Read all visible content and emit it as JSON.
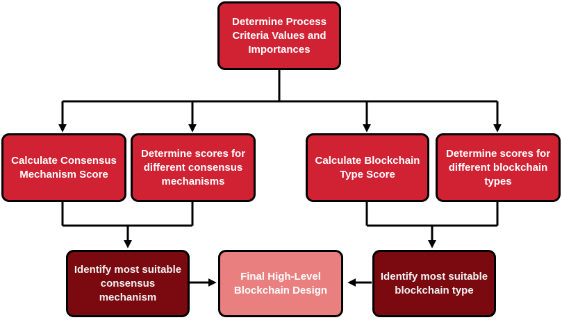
{
  "diagram": {
    "top": "Determine Process\nCriteria Values and\nImportances",
    "consensus_calc": "Calculate Consensus\nMechanism Score",
    "consensus_scores": "Determine scores for\ndifferent consensus\nmechanisms",
    "type_calc": "Calculate Blockchain\nType Score",
    "type_scores": "Determine scores for\ndifferent blockchain\ntypes",
    "consensus_identify": "Identify most suitable\nconsensus\nmechanism",
    "final": "Final High-Level\nBlockchain Design",
    "type_identify": "Identify most suitable\nblockchain type"
  }
}
